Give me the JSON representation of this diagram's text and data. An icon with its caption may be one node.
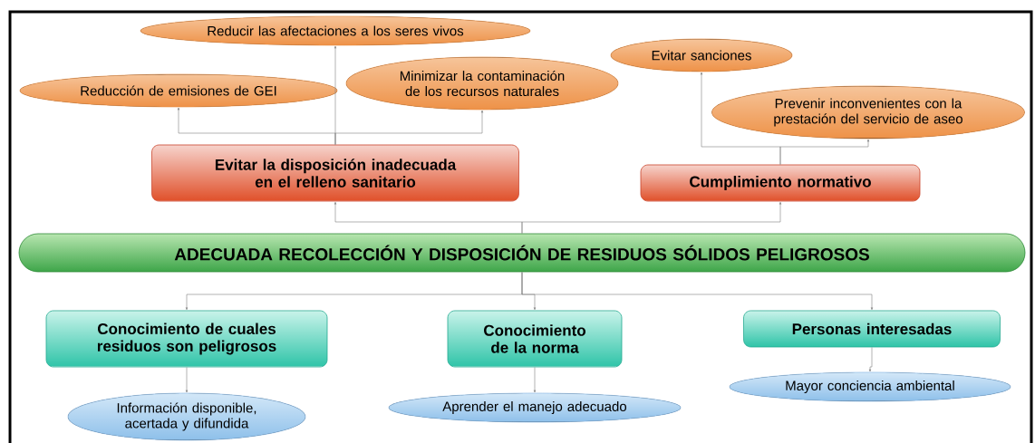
{
  "diagram": {
    "nodes": [
      {
        "text": [
          "Reducir las afectaciones a los seres vivos"
        ]
      },
      {
        "text": [
          "Reducción de emisiones de GEI"
        ]
      },
      {
        "text": [
          "Minimizar la contaminación de los recursos naturales"
        ]
      },
      {
        "text": [
          "Evitar sanciones"
        ]
      },
      {
        "text": [
          "Prevenir inconvenientes con la prestación del servicio de aseo"
        ]
      },
      {
        "text": [
          "Evitar la disposición inadecuada en el relleno sanitario"
        ]
      },
      {
        "text": [
          "Cumplimiento normativo"
        ]
      },
      {
        "text": [
          "ADECUADA RECOLECCIÓN Y DISPOSICIÓN DE RESIDUOS SÓLIDOS PELIGROSOS"
        ]
      },
      {
        "text": [
          "Conocimiento de cuales residuos son peligrosos"
        ]
      },
      {
        "text": [
          "Conocimiento de la norma"
        ]
      },
      {
        "text": [
          "Personas interesadas"
        ]
      },
      {
        "text": [
          "Información disponible, acertada y difundida"
        ]
      },
      {
        "text": [
          "Aprender el manejo adecuado"
        ]
      },
      {
        "text": [
          "Mayor conciencia ambiental"
        ]
      }
    ],
    "edges": [
      {
        "from": 5,
        "to": 0,
        "arrow": "to"
      },
      {
        "from": 5,
        "to": 1,
        "arrow": "to"
      },
      {
        "from": 5,
        "to": 2,
        "arrow": "to"
      },
      {
        "from": 6,
        "to": 3,
        "arrow": "to"
      },
      {
        "from": 6,
        "to": 4,
        "arrow": "to"
      },
      {
        "from": 7,
        "to": 5,
        "arrow": "to"
      },
      {
        "from": 7,
        "to": 6,
        "arrow": "to"
      },
      {
        "from": 7,
        "to": 8,
        "arrow": "to"
      },
      {
        "from": 7,
        "to": 9,
        "arrow": "to"
      },
      {
        "from": 7,
        "to": 10,
        "arrow": "to"
      },
      {
        "from": 8,
        "to": 11,
        "arrow": "to"
      },
      {
        "from": 9,
        "to": 12,
        "arrow": "to"
      },
      {
        "from": 10,
        "to": 13,
        "arrow": "to"
      }
    ]
  }
}
